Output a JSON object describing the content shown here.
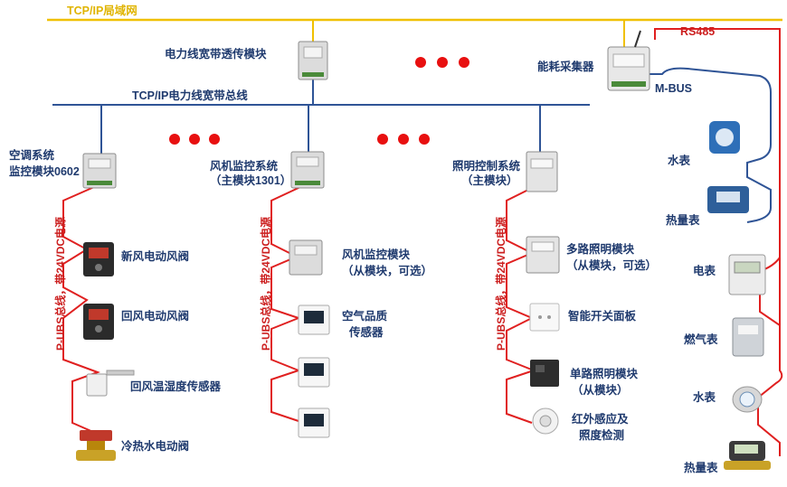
{
  "buses": {
    "lan": "TCP/IP局域网",
    "plc": "TCP/IP电力线宽带总线",
    "rs485": "RS485",
    "mbus": "M-BUS",
    "pubs": "P-UBS总线，带24VDC电源"
  },
  "top": {
    "plc_module": "电力线宽带透传模块",
    "collector": "能耗采集器"
  },
  "ac": {
    "title_1": "空调系统",
    "title_2": "监控模块0602",
    "items": [
      "新风电动风阀",
      "回风电动风阀",
      "回风温湿度传感器",
      "冷热水电动阀"
    ]
  },
  "fan": {
    "title_1": "风机监控系统",
    "title_2": "（主模块1301）",
    "slave_1": "风机监控模块",
    "slave_2": "（从模块，可选）",
    "air_1": "空气品质",
    "air_2": "传感器"
  },
  "light": {
    "title_1": "照明控制系统",
    "title_2": "（主模块）",
    "multi_1": "多路照明模块",
    "multi_2": "（从模块，可选）",
    "panel": "智能开关面板",
    "single_1": "单路照明模块",
    "single_2": "（从模块）",
    "ir_1": "红外感应及",
    "ir_2": "照度检测"
  },
  "meters": {
    "mbus": [
      "水表",
      "热量表"
    ],
    "rs485": [
      "电表",
      "燃气表",
      "水表",
      "热量表"
    ]
  },
  "colors": {
    "lan": "#f0c000",
    "plc": "#2f5496",
    "rs485": "#e02020",
    "mbus": "#2f5496",
    "dots": "#e81010"
  }
}
